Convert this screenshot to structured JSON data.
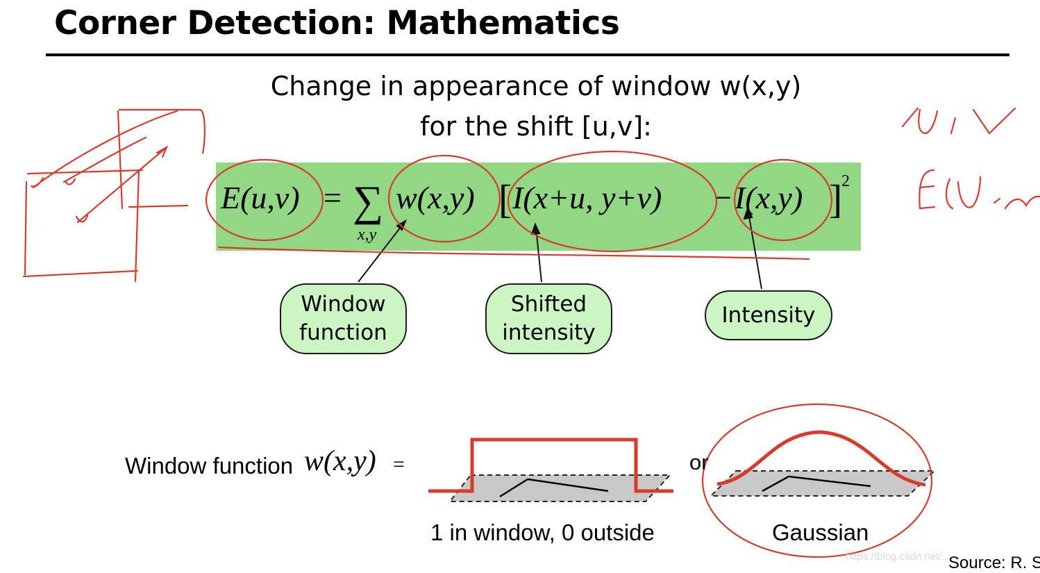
{
  "slide": {
    "title": "Corner Detection: Mathematics",
    "subtitle_line1": "Change in appearance of window w(x,y)",
    "subtitle_line2": "for the shift [u,v]:"
  },
  "equation": {
    "lhs": "E(u,v)",
    "equals": "=",
    "sum_symbol": "∑",
    "sum_index": "x,y",
    "window": "w(x,y)",
    "shifted": "I(x+u, y+v)",
    "minus": "−",
    "intensity": "I(x,y)",
    "exponent": "2",
    "background_color": "#92d783"
  },
  "bubbles": {
    "window_line1": "Window",
    "window_line2": "function",
    "shifted_line1": "Shifted",
    "shifted_line2": "intensity",
    "intensity": "Intensity",
    "fill_color": "#ccf5c4"
  },
  "window_function": {
    "label": "Window function",
    "math": "w(x,y)",
    "equals": "=",
    "or": "or",
    "caption_box": "1 in window, 0 outside",
    "caption_gaussian": "Gaussian"
  },
  "annotations": {
    "handwritten_top_right": "u, v",
    "handwritten_mid_right": "E(u, v",
    "ink_color": "#d93a2b"
  },
  "footer": {
    "source": "Source: R. S",
    "watermark": "https://blog.csdn.net/…"
  }
}
